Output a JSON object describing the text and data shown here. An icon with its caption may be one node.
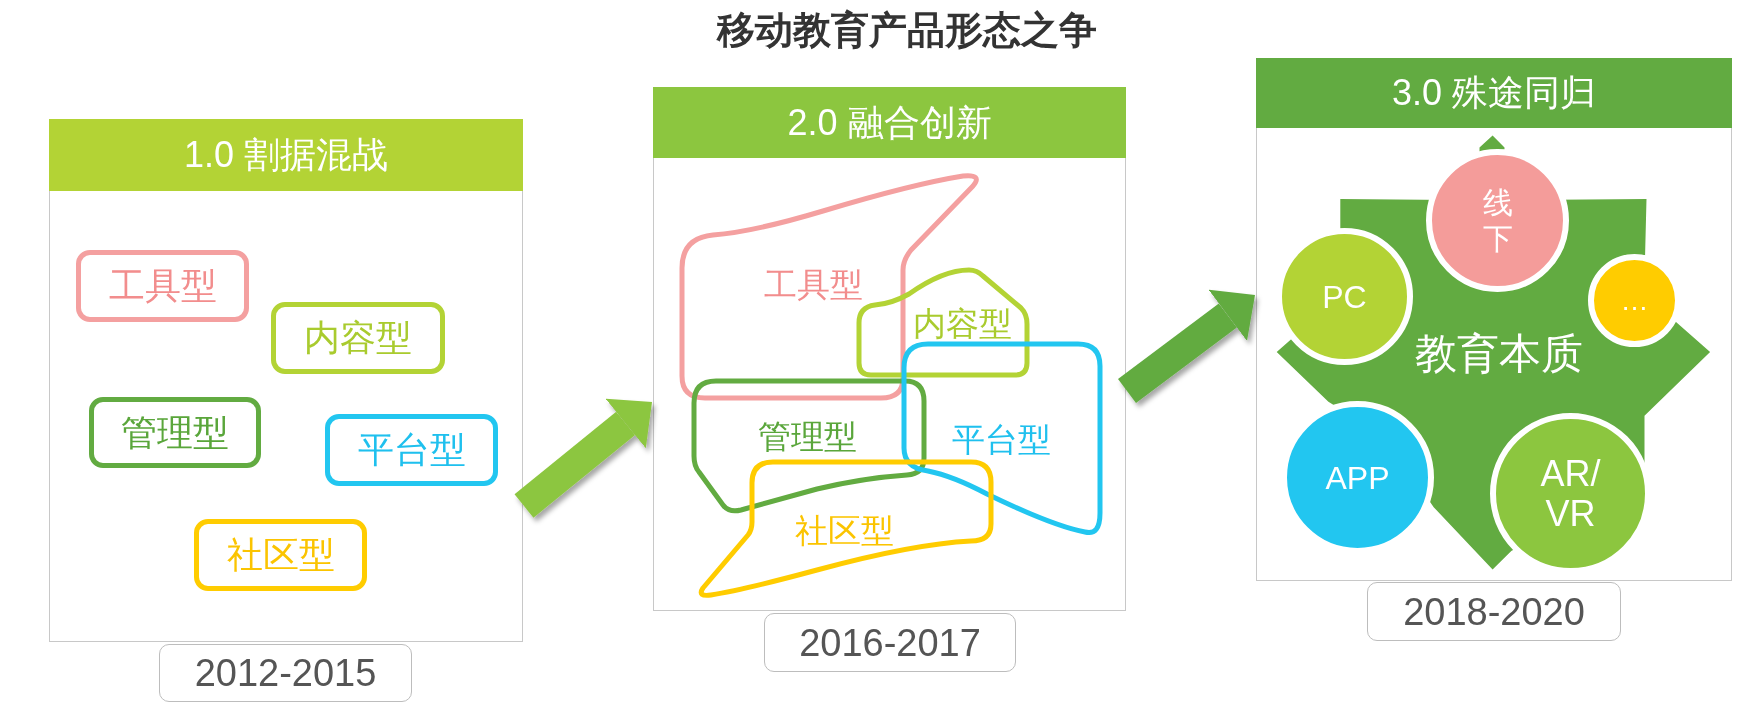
{
  "diagram": {
    "title": "移动教育产品形态之争",
    "nodes": [
      {
        "text": [
          "1.0 割据混战"
        ]
      },
      {
        "text": [
          "工具型"
        ],
        "in": 0
      },
      {
        "text": [
          "内容型"
        ],
        "in": 0
      },
      {
        "text": [
          "管理型"
        ],
        "in": 0
      },
      {
        "text": [
          "平台型"
        ],
        "in": 0
      },
      {
        "text": [
          "社区型"
        ],
        "in": 0
      },
      {
        "text": [
          "2012-2015"
        ]
      },
      {
        "text": [
          "2.0 融合创新"
        ]
      },
      {
        "text": [
          "工具型"
        ],
        "in": 7
      },
      {
        "text": [
          "内容型"
        ],
        "in": 7
      },
      {
        "text": [
          "管理型"
        ],
        "in": 7
      },
      {
        "text": [
          "平台型"
        ],
        "in": 7
      },
      {
        "text": [
          "社区型"
        ],
        "in": 7
      },
      {
        "text": [
          "2016-2017"
        ]
      },
      {
        "text": [
          "3.0 殊途同归"
        ]
      },
      {
        "text": [
          "教育本质"
        ],
        "in": 14
      },
      {
        "text": [
          "线下"
        ],
        "in": 15
      },
      {
        "text": [
          "PC"
        ],
        "in": 15
      },
      {
        "text": [
          "…"
        ],
        "in": 15
      },
      {
        "text": [
          "APP"
        ],
        "in": 15
      },
      {
        "text": [
          "AR/ VR"
        ],
        "in": 15
      },
      {
        "text": [
          "2018-2020"
        ]
      }
    ],
    "edges": [
      {
        "from": 0,
        "to": 7,
        "arrow": "to",
        "color": "#8cc63f"
      },
      {
        "from": 7,
        "to": 14,
        "arrow": "to",
        "color": "#62ab41"
      }
    ]
  }
}
